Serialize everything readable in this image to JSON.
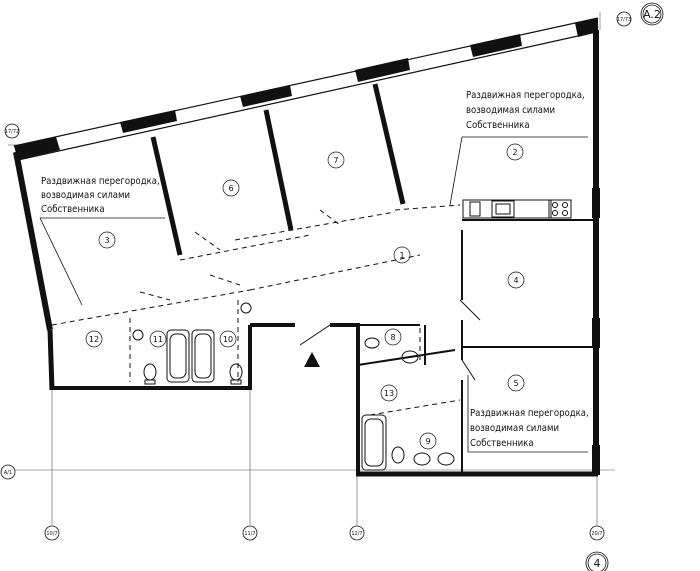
{
  "notes": {
    "partition_line1": "Раздвижная перегородка,",
    "partition_line2": "возводимая силами",
    "partition_line3": "Собственника"
  },
  "rooms": [
    "1",
    "2",
    "3",
    "4",
    "5",
    "6",
    "7",
    "8",
    "9",
    "10",
    "11",
    "12",
    "13"
  ],
  "axes": {
    "corner_top": "A.2",
    "bottom_right": "4",
    "top_right_small": "17/73",
    "left_top_small": "17/72",
    "left_mid_small": "A/1",
    "bottom_1": "10/7",
    "bottom_2": "11/7",
    "bottom_3": "12/7",
    "bottom_4": "20/7"
  }
}
